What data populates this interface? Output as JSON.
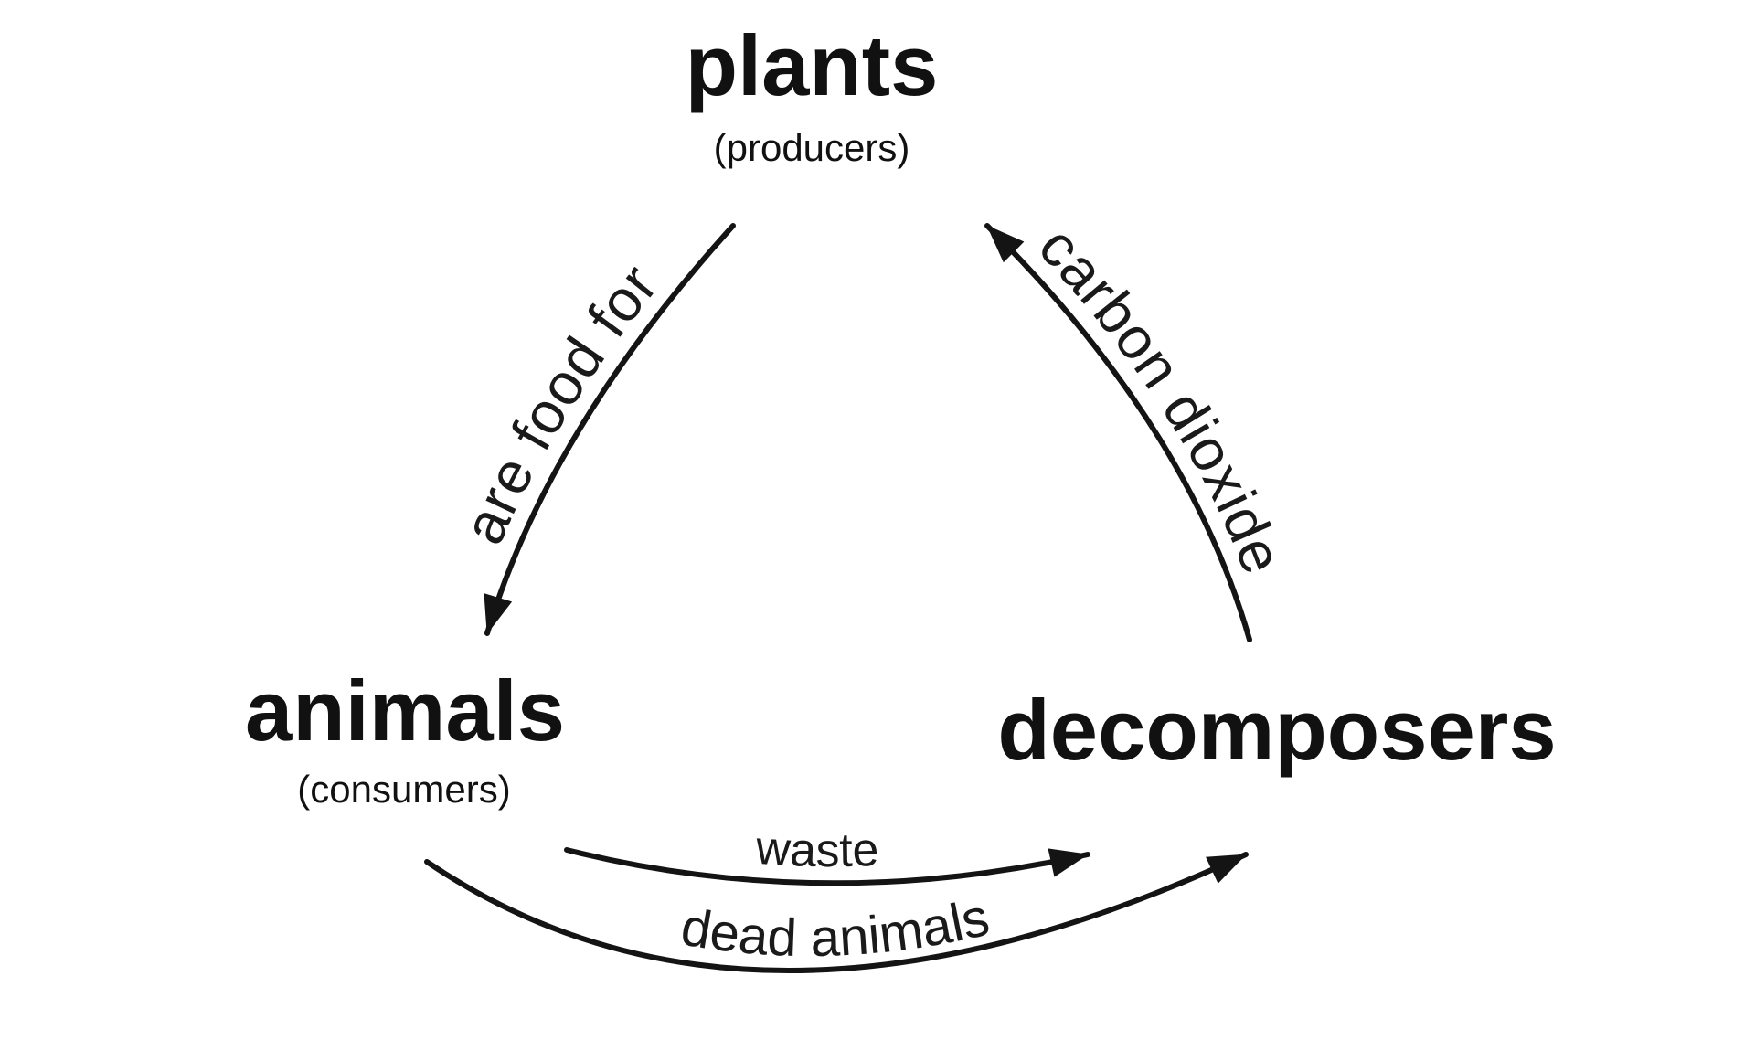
{
  "diagram": {
    "type": "cycle-diagram",
    "topic": "decomposition / nutrient cycle",
    "colors": {
      "ink": "#141414",
      "background": "#ffffff"
    },
    "nodes": {
      "plants": {
        "label": "plants",
        "sublabel": "(producers)"
      },
      "animals": {
        "label": "animals",
        "sublabel": "(consumers)"
      },
      "decomposers": {
        "label": "decomposers"
      }
    },
    "edges": [
      {
        "from": "plants",
        "to": "animals",
        "label": "are food for"
      },
      {
        "from": "animals",
        "to": "decomposers",
        "label": "waste"
      },
      {
        "from": "animals",
        "to": "decomposers",
        "label": "dead animals"
      },
      {
        "from": "decomposers",
        "to": "plants",
        "label": "carbon dioxide"
      }
    ]
  }
}
